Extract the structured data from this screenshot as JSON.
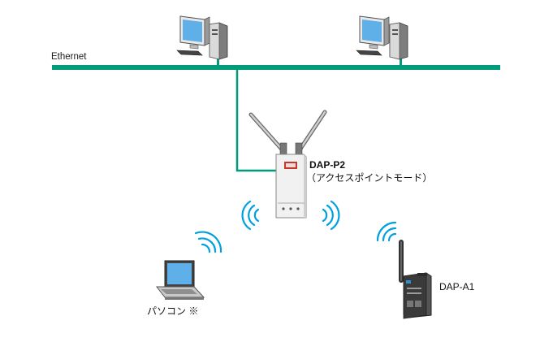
{
  "network": {
    "ethernet_label": "Ethernet"
  },
  "devices": {
    "access_point": {
      "name": "DAP-P2",
      "mode": "（アクセスポイントモード）"
    },
    "client_pc": {
      "label": "パソコン ※"
    },
    "client_device": {
      "label": "DAP-A1"
    }
  },
  "colors": {
    "ethernet_line": "#009c7a",
    "wireless_signal": "#00a0e0",
    "device_gray": "#888888",
    "screen_blue": "#5fb0e8"
  }
}
